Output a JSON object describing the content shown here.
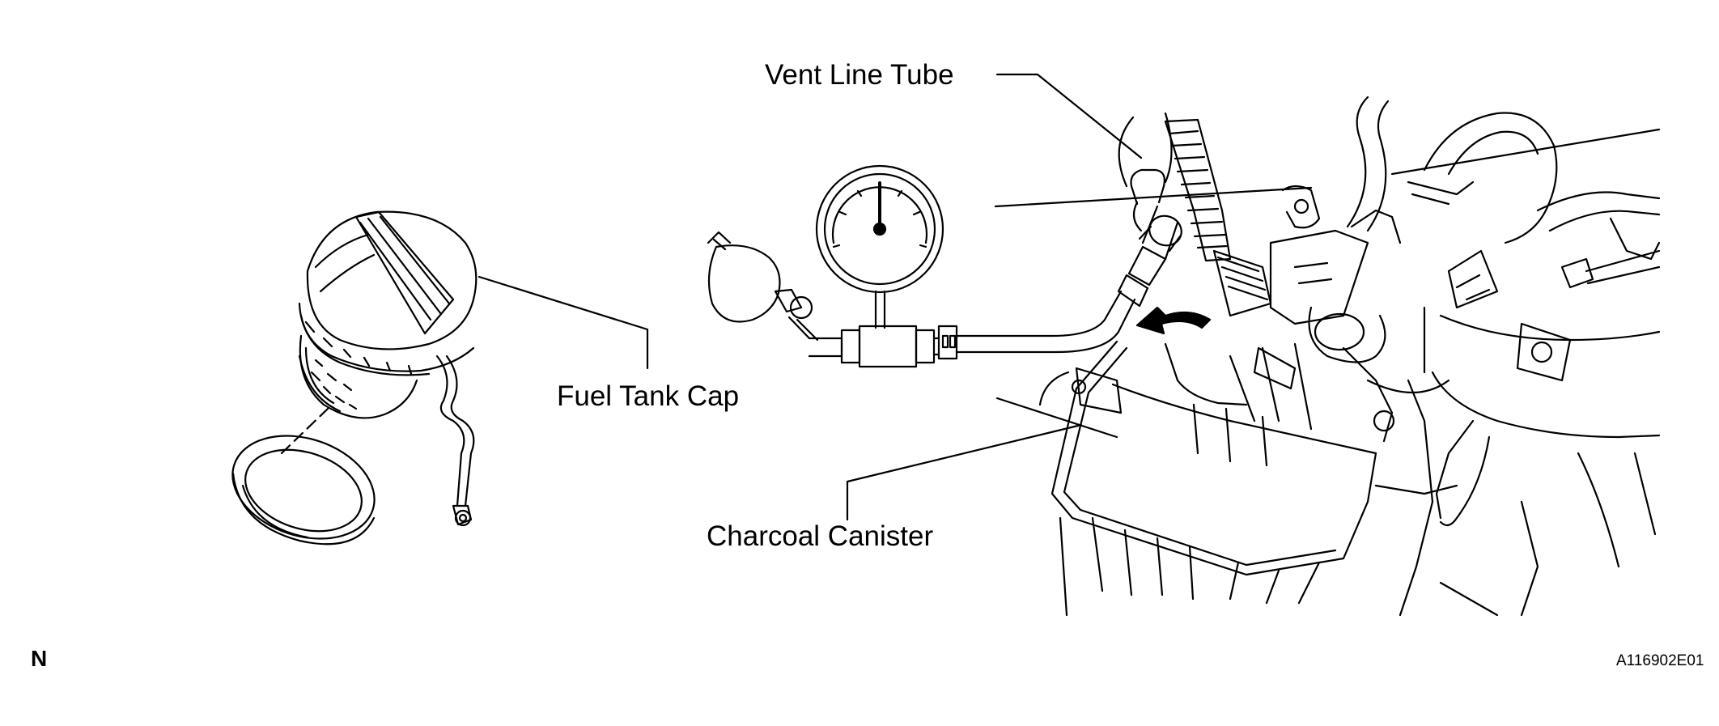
{
  "labels": {
    "vent_line_tube": "Vent Line Tube",
    "fuel_tank_cap": "Fuel Tank Cap",
    "charcoal_canister": "Charcoal Canister"
  },
  "footer": {
    "mark": "N",
    "figure_code": "A116902E01"
  }
}
